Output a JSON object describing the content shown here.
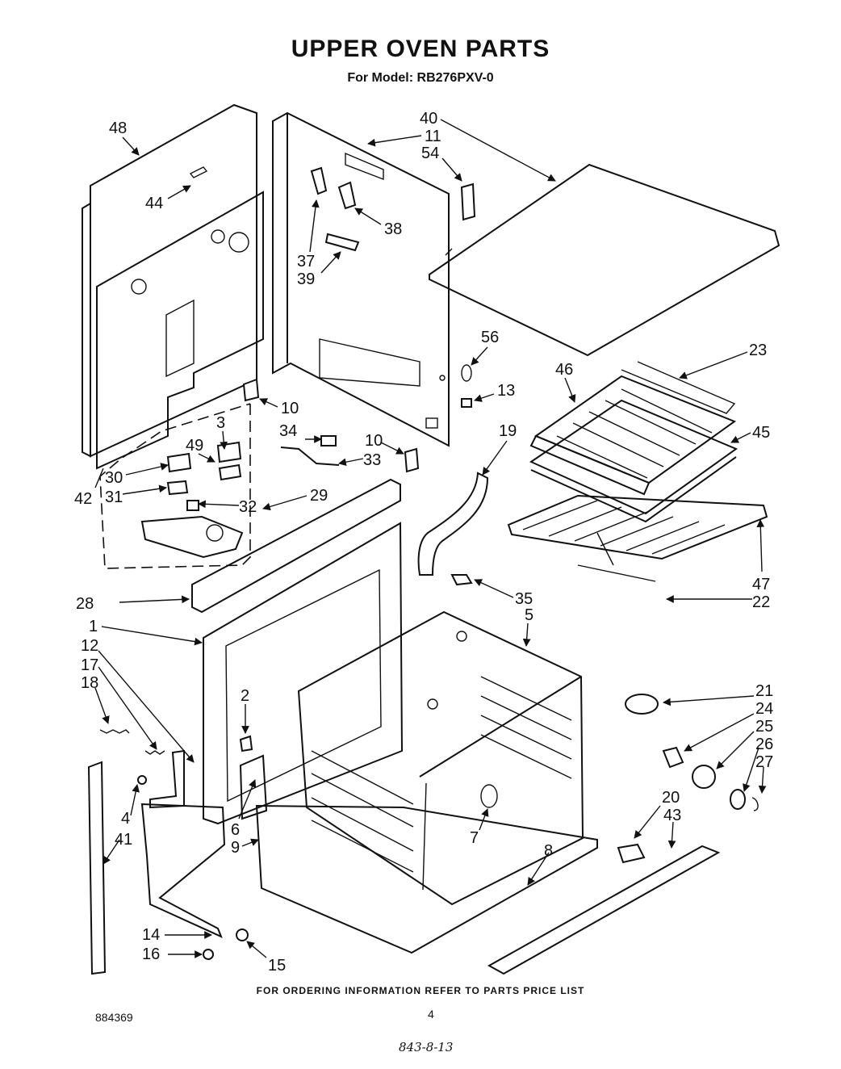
{
  "title": "UPPER OVEN PARTS",
  "subtitle": "For Model: RB276PXV-0",
  "footer_note": "FOR ORDERING INFORMATION REFER TO PARTS PRICE LIST",
  "doc_number": "884369",
  "page_number": "4",
  "handwritten_note": "843-8-13",
  "callouts": {
    "c48": "48",
    "c44": "44",
    "c40": "40",
    "c11": "11",
    "c54": "54",
    "c38": "38",
    "c37": "37",
    "c39": "39",
    "c56": "56",
    "c23": "23",
    "c46": "46",
    "c13": "13",
    "c10a": "10",
    "c3": "3",
    "c34": "34",
    "c10b": "10",
    "c19": "19",
    "c45": "45",
    "c49": "49",
    "c33": "33",
    "c30": "30",
    "c42": "42",
    "c31": "31",
    "c32": "32",
    "c29": "29",
    "c47": "47",
    "c22": "22",
    "c28": "28",
    "c35": "35",
    "c1": "1",
    "c5": "5",
    "c12": "12",
    "c17": "17",
    "c18": "18",
    "c2": "2",
    "c21": "21",
    "c24": "24",
    "c25": "25",
    "c26": "26",
    "c27": "27",
    "c20": "20",
    "c43": "43",
    "c4": "4",
    "c41": "41",
    "c6": "6",
    "c9": "9",
    "c7": "7",
    "c8": "8",
    "c14": "14",
    "c16": "16",
    "c15": "15"
  }
}
